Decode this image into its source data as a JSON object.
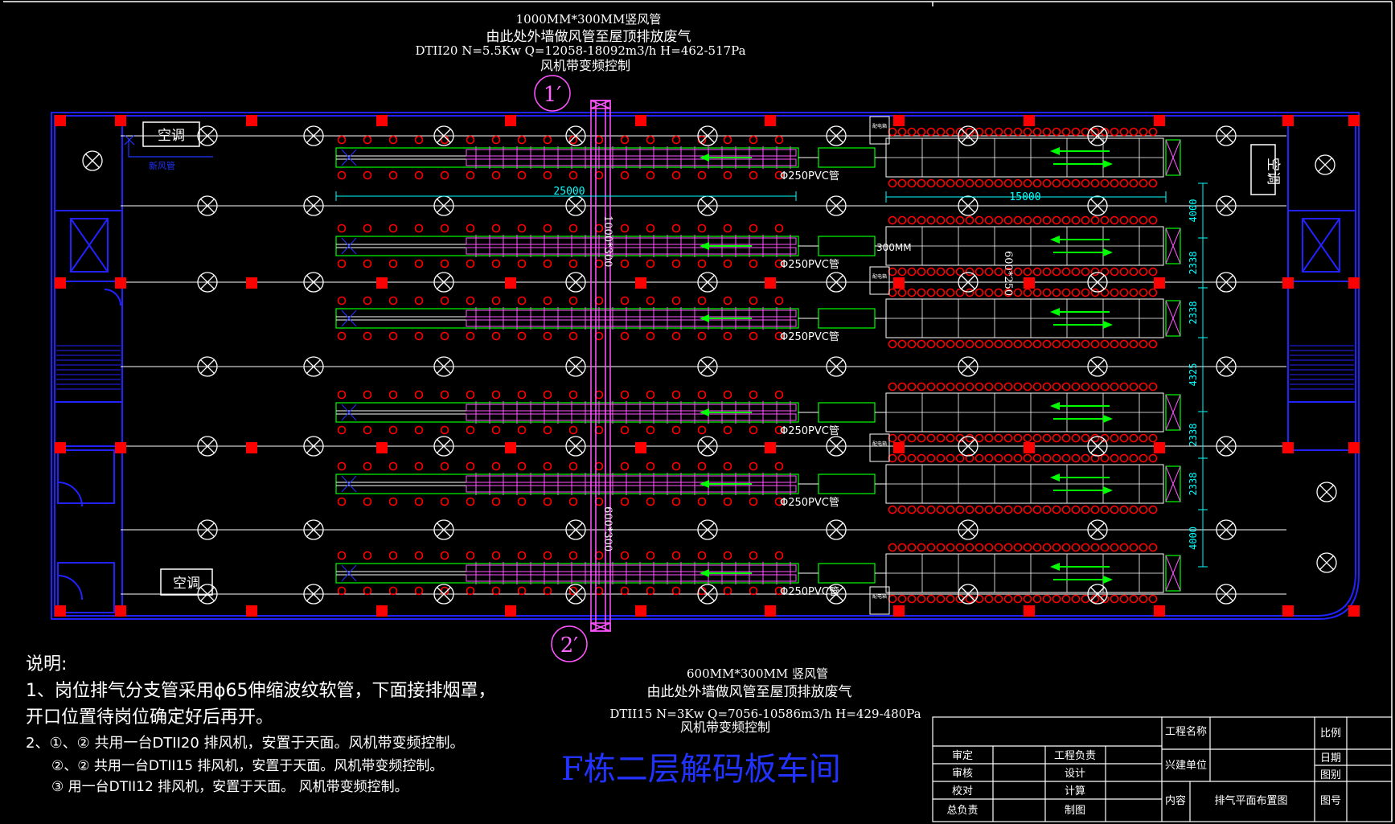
{
  "colors": {
    "wall": "#2222ff",
    "column": "#ff0000",
    "duct": "#ff55ff",
    "pipe": "#00ff00",
    "dim": "#00ffff",
    "hood": "#ff0000",
    "lamp": "#ffffff",
    "arrow": "#00ff00",
    "bench": "#c8c8c8"
  },
  "top_note": {
    "line1": "1000MM*300MM竖风管",
    "line2": "由此处外墙做风管至屋顶排放废气",
    "line3": "DTII20 N=5.5Kw Q=12058-18092m3/h  H=462-517Pa",
    "line4": "风机带变频控制"
  },
  "bottom_note": {
    "line1": "600MM*300MM    竖风管",
    "line2": "由此处外墙做风管至屋顶排放废气",
    "line3": "DTII15 N=3Kw Q=7056-10586m3/h  H=429-480Pa",
    "line4": "风机带变频控制"
  },
  "markers": {
    "top": "1′",
    "bottom": "2′"
  },
  "labels": {
    "ac_top_left": "空调",
    "ac_bottom_left": "空调",
    "ac_right": "空调",
    "fresh_air": "新风管",
    "riser_top": "1000*300",
    "riser_bottom": "600*300",
    "riser_right": "600*250",
    "dim_left": "25000",
    "dim_right": "15000",
    "pipe_300": "300MM",
    "panel_text": "配电箱"
  },
  "pvc_labels": [
    "Φ250PVC管",
    "Φ250PVC管",
    "Φ250PVC管",
    "Φ250PVC管",
    "Φ250PVC管",
    "Φ250PVC管"
  ],
  "dims_vertical": [
    "4000",
    "2338",
    "2338",
    "4325",
    "2338",
    "2338",
    "4000"
  ],
  "notes": {
    "title": "说明:",
    "item1a": "1、岗位排气分支管采用ϕ65伸缩波纹软管，下面接排烟罩，",
    "item1b": "开口位置待岗位确定好后再开。",
    "item2a": "2、①、② 共用一台DTII20 排风机，安置于天面。风机带变频控制。",
    "item2b": "②、② 共用一台DTII15 排风机，安置于天面。风机带变频控制。",
    "item2c": "③ 用一台DTII12 排风机，安置于天面。 风机带变频控制。"
  },
  "drawing_title": "F栋二层解码板车间",
  "title_block": {
    "project_name": "工程名称",
    "scale": "比例",
    "review": "审定",
    "project_lead": "工程负责",
    "builder": "兴建单位",
    "date": "日期",
    "check": "审核",
    "design": "设计",
    "drawing_no": "图别",
    "proof": "校对",
    "calc": "计算",
    "content": "内容",
    "content_value": "排气平面布置图",
    "sheet": "图号",
    "chief": "总负责",
    "draft": "制图"
  }
}
